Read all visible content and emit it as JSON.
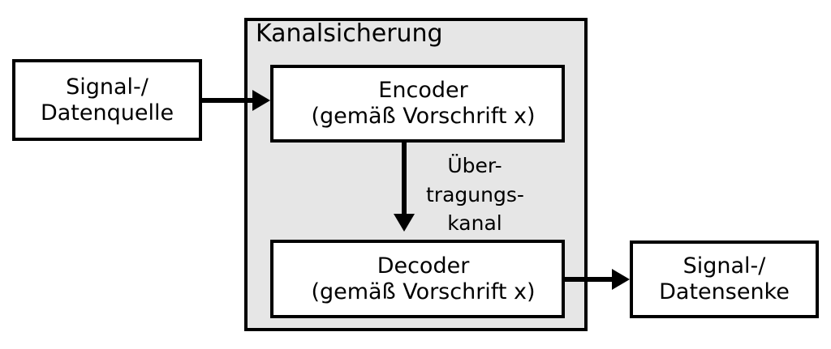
{
  "diagram": {
    "title_visible": false,
    "colors": {
      "stroke": "#000000",
      "box_fill": "#ffffff",
      "group_fill": "#e6e6e6",
      "text": "#000000"
    },
    "group": {
      "name": "Kanalsicherung",
      "label": "Kanalsicherung"
    },
    "nodes": {
      "source": {
        "lines": [
          "Signal-/",
          "Datenquelle"
        ]
      },
      "encoder": {
        "lines": [
          "Encoder",
          "(gemäß Vorschrift x)"
        ]
      },
      "decoder": {
        "lines": [
          "Decoder",
          "(gemäß Vorschrift x)"
        ]
      },
      "sink": {
        "lines": [
          "Signal-/",
          "Datensenke"
        ]
      }
    },
    "edges": {
      "source_to_encoder": {
        "label": ""
      },
      "encoder_to_decoder": {
        "label_lines": [
          "Über-",
          "tragungs-",
          "kanal"
        ]
      },
      "decoder_to_sink": {
        "label": ""
      }
    }
  }
}
